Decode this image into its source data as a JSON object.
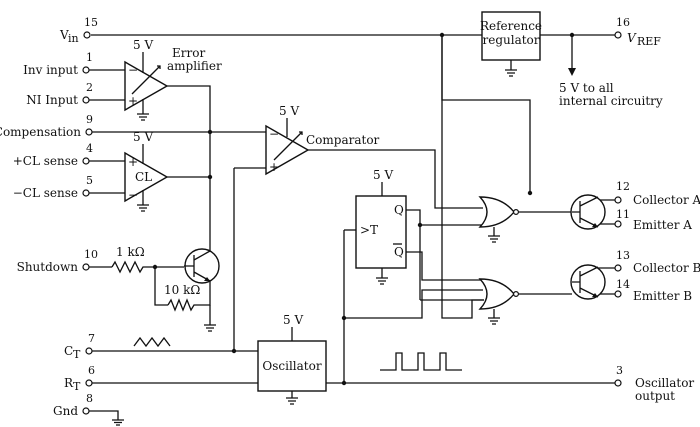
{
  "pins": {
    "vin": {
      "num": "15",
      "label": "V",
      "sub": "in"
    },
    "inv_input": {
      "num": "1",
      "label": "Inv input"
    },
    "ni_input": {
      "num": "2",
      "label": "NI Input"
    },
    "compensation": {
      "num": "9",
      "label": "Compensation"
    },
    "cl_plus": {
      "num": "4",
      "label": "+CL sense"
    },
    "cl_minus": {
      "num": "5",
      "label": "−CL sense"
    },
    "shutdown": {
      "num": "10",
      "label": "Shutdown"
    },
    "ct": {
      "num": "7",
      "label": "C",
      "sub": "T"
    },
    "rt": {
      "num": "6",
      "label": "R",
      "sub": "T"
    },
    "gnd": {
      "num": "8",
      "label": "Gnd"
    },
    "vref": {
      "num": "16",
      "label": "V",
      "sub": "REF"
    },
    "collector_a": {
      "num": "12",
      "label": "Collector A"
    },
    "emitter_a": {
      "num": "11",
      "label": "Emitter A"
    },
    "collector_b": {
      "num": "13",
      "label": "Collector B"
    },
    "emitter_b": {
      "num": "14",
      "label": "Emitter B"
    },
    "osc_output": {
      "num": "3",
      "label": "Oscillator",
      "label2": "output"
    }
  },
  "blocks": {
    "error_amp": {
      "label": "Error",
      "label2": "amplifier"
    },
    "cl_amp": {
      "label": "CL"
    },
    "comparator": {
      "label": "Comparator"
    },
    "reference": {
      "label": "Reference",
      "label2": "regulator"
    },
    "oscillator": {
      "label": "Oscillator"
    },
    "flipflop": {
      "t": ">T",
      "q": "Q",
      "qbar": "Q"
    }
  },
  "supply": "5 V",
  "ref_note": {
    "line1": "5 V to all",
    "line2": "internal circuitry"
  },
  "resistors": {
    "r1": "1 kΩ",
    "r2": "10 kΩ"
  },
  "signs": {
    "plus": "+",
    "minus": "−"
  }
}
